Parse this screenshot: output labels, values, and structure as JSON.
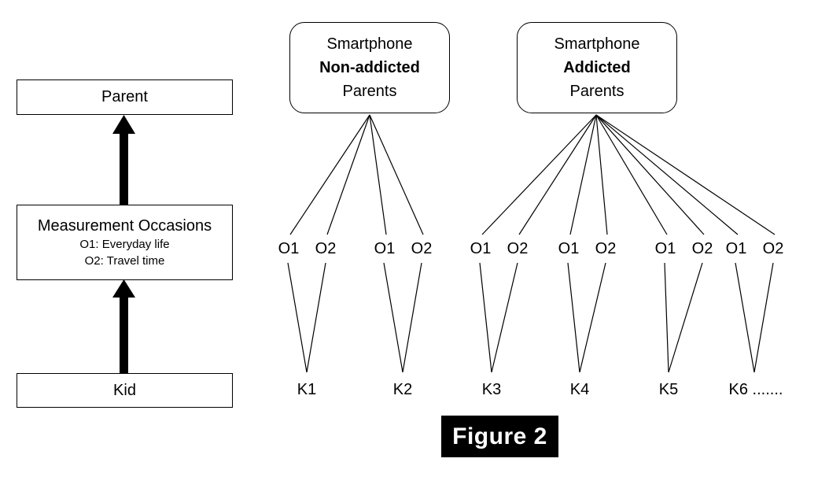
{
  "figure": {
    "caption": "Figure 2",
    "caption_bg": "#000000",
    "caption_fg": "#ffffff"
  },
  "left_column": {
    "levels": [
      {
        "id": "parent",
        "title": "Parent",
        "sublines": []
      },
      {
        "id": "measurement-occasions",
        "title": "Measurement Occasions",
        "sublines": [
          "O1: Everyday life",
          "O2: Travel time"
        ]
      },
      {
        "id": "kid",
        "title": "Kid",
        "sublines": []
      }
    ],
    "arrows": [
      {
        "from": "kid",
        "to": "measurement-occasions",
        "style": "thick-up"
      },
      {
        "from": "measurement-occasions",
        "to": "parent",
        "style": "thick-up"
      }
    ]
  },
  "right_diagram": {
    "groups": [
      {
        "id": "non-addicted",
        "lines": [
          {
            "text": "Smartphone",
            "bold": false
          },
          {
            "text": "Non-addicted",
            "bold": true
          },
          {
            "text": "Parents",
            "bold": false
          }
        ],
        "kids": [
          "K1",
          "K2"
        ]
      },
      {
        "id": "addicted",
        "lines": [
          {
            "text": "Smartphone",
            "bold": false
          },
          {
            "text": "Addicted",
            "bold": true
          },
          {
            "text": "Parents",
            "bold": false
          }
        ],
        "kids": [
          "K3",
          "K4",
          "K5",
          "K6 ......."
        ]
      }
    ],
    "occasion_labels": [
      "O1",
      "O2",
      "O1",
      "O2",
      "O1",
      "O2",
      "O1",
      "O2",
      "O1",
      "O2",
      "O1",
      "O2"
    ],
    "kid_labels": [
      "K1",
      "K2",
      "K3",
      "K4",
      "K5",
      "K6 ......."
    ],
    "occasion_x": [
      367,
      414,
      489,
      536,
      611,
      658,
      723,
      770,
      846,
      893,
      936,
      983
    ],
    "kid_x": [
      390,
      512,
      634,
      746,
      869,
      959
    ],
    "line_color": "#000000"
  }
}
